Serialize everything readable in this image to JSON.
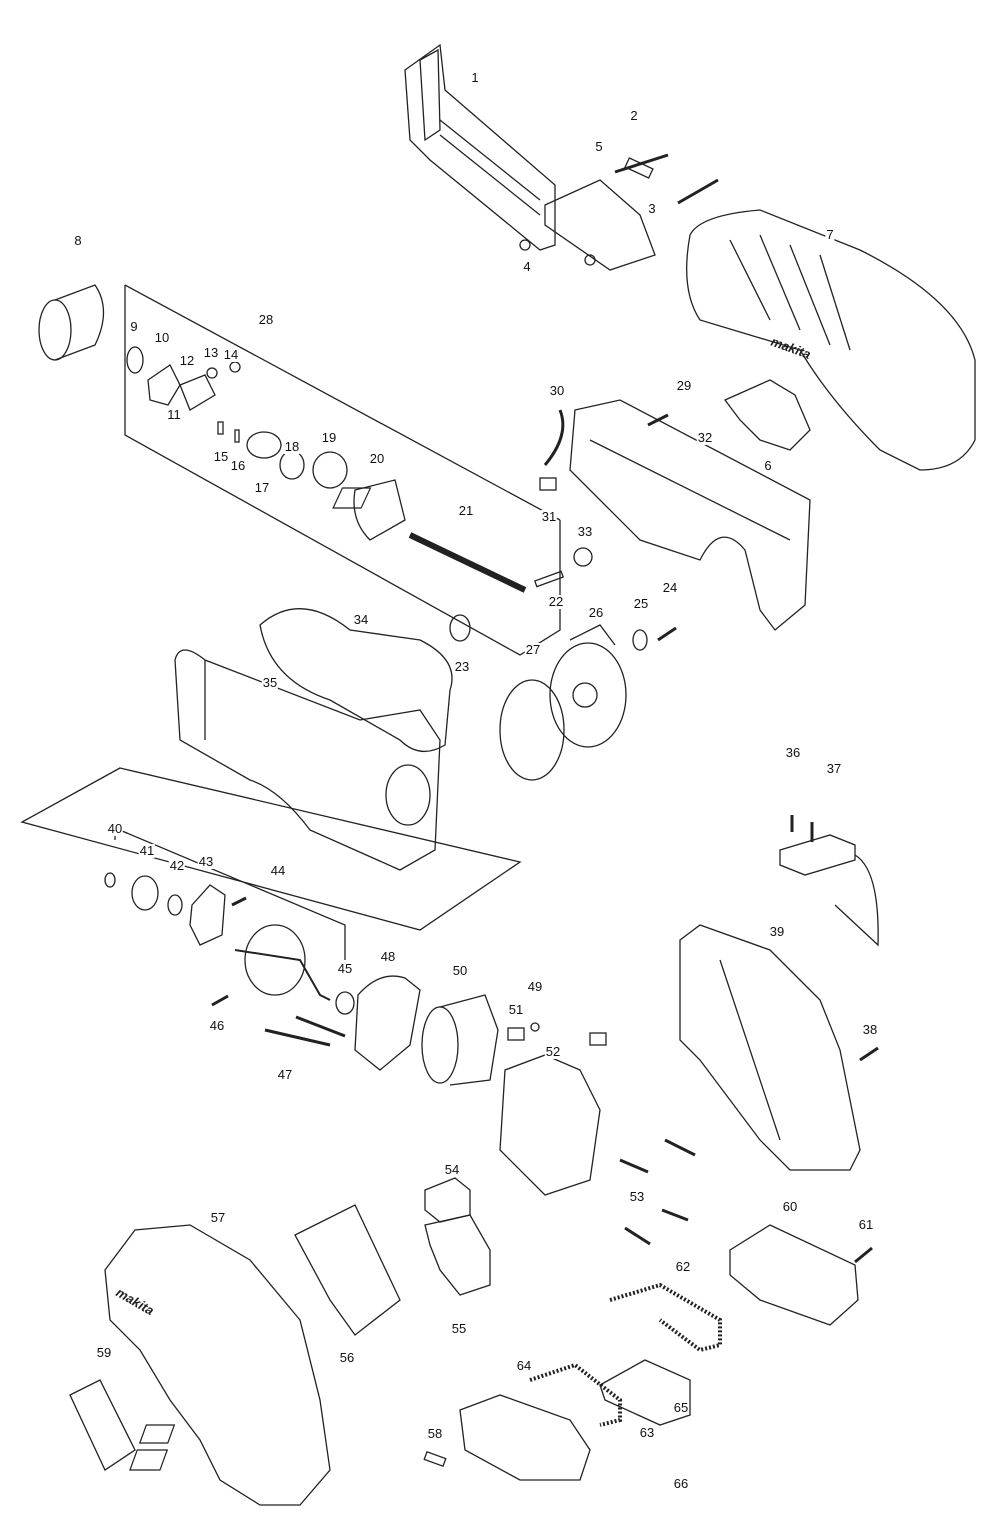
{
  "diagram": {
    "type": "exploded parts diagram",
    "brand_logo": "makita",
    "parts": [
      "1",
      "2",
      "3",
      "4",
      "5",
      "6",
      "7",
      "8",
      "9",
      "10",
      "11",
      "12",
      "13",
      "14",
      "15",
      "16",
      "17",
      "18",
      "19",
      "20",
      "21",
      "22",
      "23",
      "24",
      "25",
      "26",
      "27",
      "28",
      "29",
      "30",
      "31",
      "32",
      "33",
      "34",
      "35",
      "36",
      "37",
      "38",
      "39",
      "40",
      "41",
      "42",
      "43",
      "44",
      "45",
      "46",
      "47",
      "48",
      "49",
      "50",
      "51",
      "52",
      "53",
      "54",
      "55",
      "56",
      "57",
      "58",
      "59",
      "60",
      "61",
      "62",
      "63",
      "64",
      "65",
      "66"
    ]
  }
}
